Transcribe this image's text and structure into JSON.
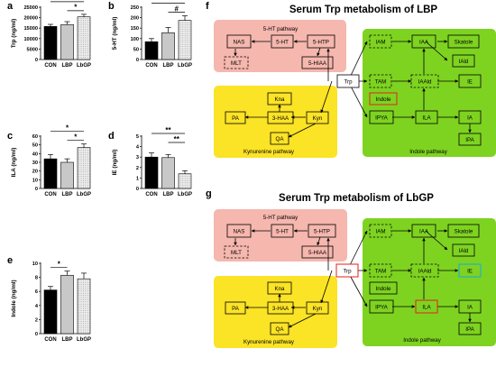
{
  "colors": {
    "pink": "#f5b7ae",
    "yellow": "#fbe326",
    "green": "#7ed321",
    "red_box": "#e2231a",
    "blue_box": "#16a8e0",
    "bar_con": "#000000",
    "bar_lbp": "#c8c8c8",
    "bar_lbgp": "#eeeeee"
  },
  "panels": {
    "a": {
      "letter": "a"
    },
    "b": {
      "letter": "b"
    },
    "c": {
      "letter": "c"
    },
    "d": {
      "letter": "d"
    },
    "e": {
      "letter": "e"
    },
    "f": {
      "letter": "f"
    },
    "g": {
      "letter": "g"
    }
  },
  "chart_data": [
    {
      "id": "a",
      "type": "bar",
      "categories": [
        "CON",
        "LBP",
        "LbGP"
      ],
      "values": [
        15800,
        16700,
        20400
      ],
      "errors": [
        1000,
        1400,
        1200
      ],
      "ylabel": "Trp (ng/ml)",
      "ylim": [
        0,
        25000
      ],
      "yticks": [
        "0",
        "5000",
        "10000",
        "15000",
        "20000",
        "25000"
      ],
      "sig": [
        {
          "from": 0,
          "to": 2,
          "label": "*"
        },
        {
          "from": 1,
          "to": 2,
          "label": "*"
        }
      ]
    },
    {
      "id": "b",
      "type": "bar",
      "categories": [
        "CON",
        "LBP",
        "LbGP"
      ],
      "values": [
        85,
        128,
        187
      ],
      "errors": [
        15,
        25,
        22
      ],
      "ylabel": "5-HT (ng/ml)",
      "ylim": [
        0,
        250
      ],
      "yticks": [
        "0",
        "50",
        "100",
        "150",
        "200",
        "250"
      ],
      "sig": [
        {
          "from": 0,
          "to": 2,
          "label": "**"
        },
        {
          "from": 1,
          "to": 2,
          "label": "#"
        }
      ]
    },
    {
      "id": "c",
      "type": "bar",
      "categories": [
        "CON",
        "LBP",
        "LbGP"
      ],
      "values": [
        34,
        30,
        47
      ],
      "errors": [
        5,
        4,
        4
      ],
      "ylabel": "ILA (ng/ml)",
      "ylim": [
        0,
        60
      ],
      "yticks": [
        "0",
        "10",
        "20",
        "30",
        "40",
        "50",
        "60"
      ],
      "sig": [
        {
          "from": 0,
          "to": 2,
          "label": "*"
        },
        {
          "from": 1,
          "to": 2,
          "label": "*"
        }
      ]
    },
    {
      "id": "d",
      "type": "bar",
      "categories": [
        "CON",
        "LBP",
        "LbGP"
      ],
      "values": [
        3.0,
        2.95,
        1.4
      ],
      "errors": [
        0.4,
        0.3,
        0.3
      ],
      "ylabel": "IE (ng/ml)",
      "ylim": [
        0,
        5
      ],
      "yticks": [
        "0",
        "1",
        "2",
        "3",
        "4",
        "5"
      ],
      "sig": [
        {
          "from": 0,
          "to": 2,
          "label": "**"
        },
        {
          "from": 1,
          "to": 2,
          "label": "**"
        }
      ]
    },
    {
      "id": "e",
      "type": "bar",
      "categories": [
        "CON",
        "LBP",
        "LbGP"
      ],
      "values": [
        6.2,
        8.3,
        7.8
      ],
      "errors": [
        0.5,
        0.6,
        0.8
      ],
      "ylabel": "Indole (ng/ml)",
      "ylim": [
        0,
        10
      ],
      "yticks": [
        "0",
        "2",
        "4",
        "6",
        "8",
        "10"
      ],
      "sig": [
        {
          "from": 0,
          "to": 1,
          "label": "*"
        }
      ]
    }
  ],
  "diagram_f": {
    "title": "Serum Trp metabolism of LBP",
    "regions": {
      "serotonin": "5-HT pathway",
      "kynurenine": "Kynurenine pathway",
      "indole": "Indole pathway"
    },
    "nodes": {
      "nas": "NAS",
      "ht5": "5-HT",
      "htp5": "5-HTP",
      "mlt": "MLT",
      "hiaa5": "5-HIAA",
      "trp": "Trp",
      "kna": "Kna",
      "pa": "PA",
      "haa3": "3-HAA",
      "kyn": "Kyn",
      "qa": "QA",
      "iam": "IAM",
      "iaa": "IAA",
      "skatole": "Skatole",
      "iald": "IAld",
      "tam": "TAM",
      "iaald": "IAAld",
      "ie": "IE",
      "indole": "Indole",
      "ipya": "IPYA",
      "ila": "ILA",
      "ia": "IA",
      "ipa": "IPA"
    }
  },
  "diagram_g": {
    "title": "Serum Trp metabolism of LbGP",
    "regions": {
      "serotonin": "5-HT pathway",
      "kynurenine": "Kynurenine pathway",
      "indole": "Indole pathway"
    },
    "nodes": {
      "nas": "NAS",
      "ht5": "5-HT",
      "htp5": "5-HTP",
      "mlt": "MLT",
      "hiaa5": "5-HIAA",
      "trp": "Trp",
      "kna": "Kna",
      "pa": "PA",
      "haa3": "3-HAA",
      "kyn": "Kyn",
      "qa": "QA",
      "iam": "IAM",
      "iaa": "IAA",
      "skatole": "Skatole",
      "iald": "IAld",
      "tam": "TAM",
      "iaald": "IAAld",
      "ie": "IE",
      "indole": "Indole",
      "ipya": "IPYA",
      "ila": "ILA",
      "ia": "IA",
      "ipa": "IPA"
    }
  }
}
